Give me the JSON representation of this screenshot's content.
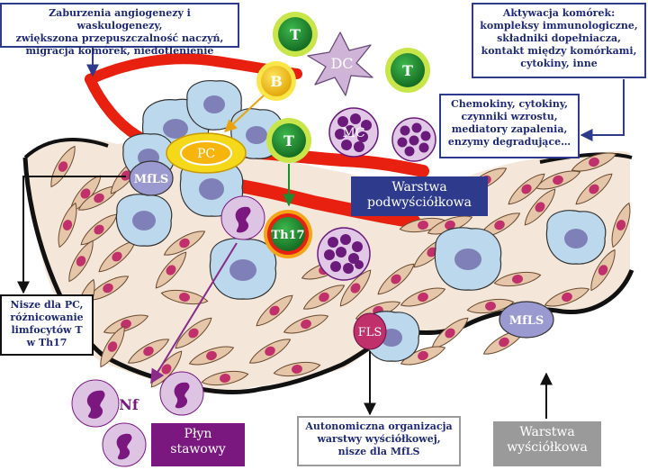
{
  "boxes": {
    "angiogenesis": "Zaburzenia angiogenezy i waskulogenezy,\nzwiększona przepuszczalność naczyń,\nmigracja komórek, niedotlenienie",
    "activation": "Aktywacja komórek:\nkompleksy immunologiczne,\nskładniki dopełniacza,\nkontakt między komórkami,\ncytokiny, inne",
    "chemokines": "Chemokiny, cytokiny,\nczynniki wzrostu,\nmediatory zapalenia,\nenzymy degradujące…",
    "niches": "Nisze dla PC,\nróżnicowanie\nlimfocytów T\nw Th17",
    "autonomous": "Autonomiczna organizacja\nwarstwy wyściółkowej,\nnisze dla MfLS"
  },
  "tags": {
    "sublining": "Warstwa\npodwyściółkowa",
    "synovial_fluid": "Płyn\nstawowy",
    "lining": "Warstwa\nwyściółkowa"
  },
  "cells": {
    "t_top": "T",
    "dc": "DC",
    "t_right": "T",
    "b": "B",
    "pc": "PC",
    "t_mid": "T",
    "mc": "MC",
    "mfls_left": "MfLS",
    "th17": "Th17",
    "fls": "FLS",
    "mfls_right": "MfLS",
    "nf": "Nf"
  },
  "colors": {
    "box_border": "#2e3a8c",
    "box_text": "#1f2a78",
    "vessel": "#e8200f",
    "fibroblast": "#e6c6a8",
    "nucleus": "#c0306a",
    "macrophage": "#bcd8ec",
    "t_cell": "#1f8a2e",
    "b_cell": "#f2c21a",
    "plasma_cell": "#f5d81a",
    "dendritic": "#cfb4d8",
    "mast_granule": "#6a1a7a",
    "neutrophil": "#7a1880",
    "sublining_tag": "#2e3a8c",
    "fluid_tag": "#7a1880",
    "lining_tag": "#9a9a9a"
  }
}
